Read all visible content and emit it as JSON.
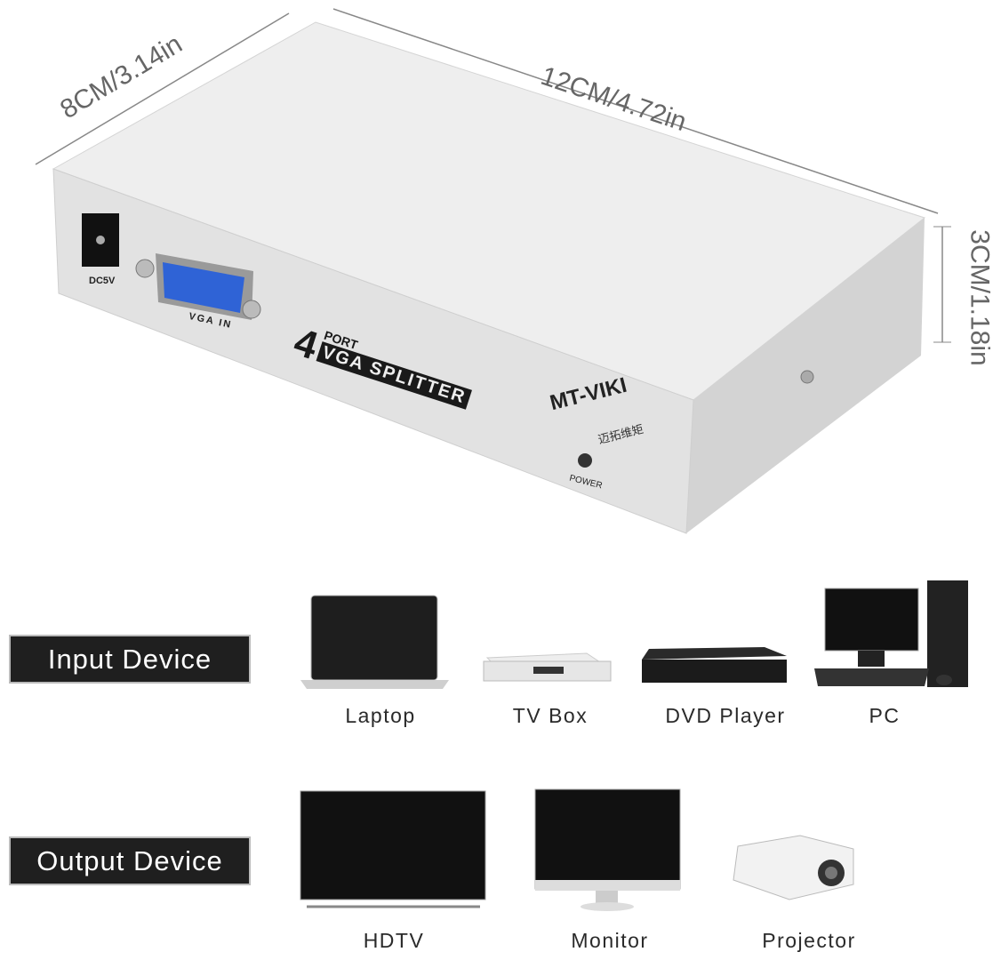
{
  "dimensions": {
    "depth": "8CM/3.14in",
    "length": "12CM/4.72in",
    "height": "3CM/1.18in"
  },
  "device": {
    "power_port_label": "DC5V",
    "vga_port_label": "VGA IN",
    "product_number": "4",
    "product_port": "PORT",
    "product_name": "VGA SPLITTER",
    "brand": "MT-VIKI",
    "brand_cn": "迈拓维矩",
    "power_led_label": "POWER"
  },
  "input": {
    "label": "Input Device",
    "devices": [
      "Laptop",
      "TV Box",
      "DVD Player",
      "PC"
    ]
  },
  "output": {
    "label": "Output Device",
    "devices": [
      "HDTV",
      "Monitor",
      "Projector"
    ]
  },
  "colors": {
    "label_bg": "#1f1f1f",
    "vga_blue": "#2f63d6"
  }
}
